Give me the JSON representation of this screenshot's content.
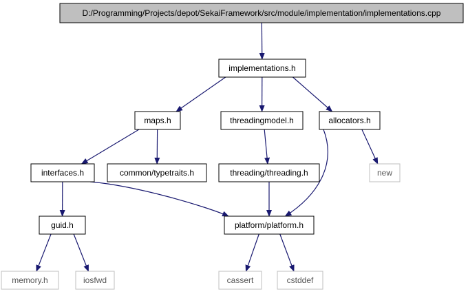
{
  "colors": {
    "edge": "#191970",
    "node_border": "#000000",
    "external_border": "#bfbfbf",
    "root_fill": "#bfbfbf",
    "node_fill": "#ffffff"
  },
  "nodes": [
    {
      "id": "root",
      "label": "D:/Programming/Projects/depot/SekaiFramework/src/module/implementation/implementations.cpp",
      "kind": "root"
    },
    {
      "id": "implementations_h",
      "label": "implementations.h",
      "kind": "file"
    },
    {
      "id": "maps_h",
      "label": "maps.h",
      "kind": "file"
    },
    {
      "id": "threadingmodel_h",
      "label": "threadingmodel.h",
      "kind": "file"
    },
    {
      "id": "allocators_h",
      "label": "allocators.h",
      "kind": "file"
    },
    {
      "id": "interfaces_h",
      "label": "interfaces.h",
      "kind": "file"
    },
    {
      "id": "typetraits_h",
      "label": "common/typetraits.h",
      "kind": "file"
    },
    {
      "id": "threading_h",
      "label": "threading/threading.h",
      "kind": "file"
    },
    {
      "id": "new",
      "label": "new",
      "kind": "external"
    },
    {
      "id": "guid_h",
      "label": "guid.h",
      "kind": "file"
    },
    {
      "id": "platform_h",
      "label": "platform/platform.h",
      "kind": "file"
    },
    {
      "id": "memory_h",
      "label": "memory.h",
      "kind": "external"
    },
    {
      "id": "iosfwd",
      "label": "iosfwd",
      "kind": "external"
    },
    {
      "id": "cassert",
      "label": "cassert",
      "kind": "external"
    },
    {
      "id": "cstddef",
      "label": "cstddef",
      "kind": "external"
    }
  ],
  "edges": [
    {
      "from": "root",
      "to": "implementations_h"
    },
    {
      "from": "implementations_h",
      "to": "maps_h"
    },
    {
      "from": "implementations_h",
      "to": "threadingmodel_h"
    },
    {
      "from": "implementations_h",
      "to": "allocators_h"
    },
    {
      "from": "maps_h",
      "to": "interfaces_h"
    },
    {
      "from": "maps_h",
      "to": "typetraits_h"
    },
    {
      "from": "threadingmodel_h",
      "to": "threading_h"
    },
    {
      "from": "allocators_h",
      "to": "new"
    },
    {
      "from": "allocators_h",
      "to": "platform_h"
    },
    {
      "from": "interfaces_h",
      "to": "guid_h"
    },
    {
      "from": "interfaces_h",
      "to": "platform_h"
    },
    {
      "from": "threading_h",
      "to": "platform_h"
    },
    {
      "from": "guid_h",
      "to": "memory_h"
    },
    {
      "from": "guid_h",
      "to": "iosfwd"
    },
    {
      "from": "platform_h",
      "to": "cassert"
    },
    {
      "from": "platform_h",
      "to": "cstddef"
    }
  ]
}
